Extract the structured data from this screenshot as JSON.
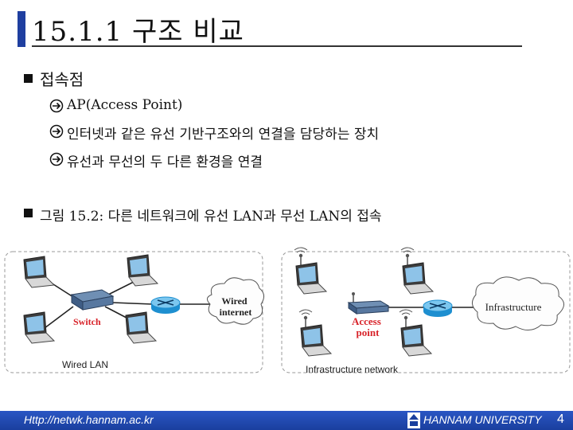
{
  "title": "15.1.1 구조 비교",
  "bullets": [
    {
      "text": "접속점",
      "subitems": [
        "AP(Access Point)",
        "인터넷과 같은 유선 기반구조와의 연결을 담당하는 장치",
        "유선과 무선의 두 다른 환경을 연결"
      ]
    },
    {
      "text": "그림 15.2: 다른 네트워크에 유선 LAN과 무선 LAN의 접속"
    }
  ],
  "figure": {
    "left": {
      "switch_label": "Switch",
      "cloud_label": "Wired internet",
      "cloud_line1": "Wired",
      "cloud_line2": "internet",
      "caption": "Wired LAN"
    },
    "right": {
      "ap_line1": "Access",
      "ap_line2": "point",
      "cloud_label": "Infrastructure",
      "caption": "Infrastructure network"
    }
  },
  "footer": {
    "url": "Http://netwk.hannam.ac.kr",
    "university": "HANNAM UNIVERSITY",
    "page": "4"
  }
}
